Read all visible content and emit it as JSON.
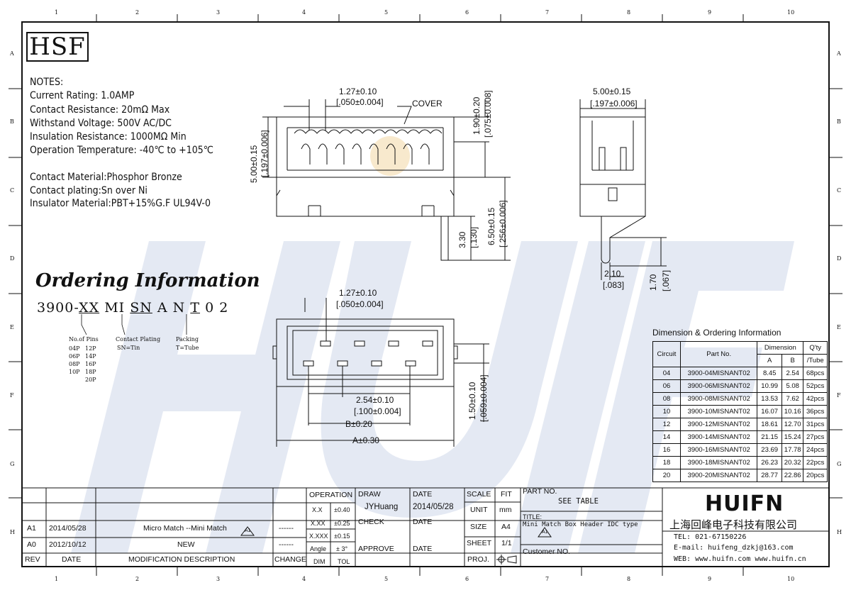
{
  "zones": {
    "cols": [
      "1",
      "2",
      "3",
      "4",
      "5",
      "6",
      "7",
      "8",
      "9",
      "10"
    ],
    "rows": [
      "A",
      "B",
      "C",
      "D",
      "E",
      "F",
      "G",
      "H"
    ]
  },
  "logo_hsf": "HSF",
  "notes": {
    "header": "NOTES:",
    "lines": [
      "Current Rating: 1.0AMP",
      "Contact Resistance: 20mΩ Max",
      "Withstand Voltage: 500V AC/DC",
      "Insulation Resistance: 1000MΩ Min",
      "Operation Temperature: -40℃ to +105℃"
    ]
  },
  "materials": [
    "Contact Material:Phosphor Bronze",
    "Contact plating:Sn over Ni",
    "Insulator Material:PBT+15%G.F UL94V-0"
  ],
  "ordering": {
    "title": "Ordering Information",
    "code_prefix": "3900-",
    "code_xx": "XX",
    "code_mi": " MI ",
    "code_sn": "SN",
    "code_an": " A N ",
    "code_t": "T",
    "code_end": " 0 2",
    "pins_title": "No.of Pins",
    "pins_col1": [
      "04P",
      "06P",
      "08P",
      "10P"
    ],
    "pins_col2": [
      "12P",
      "14P",
      "16P",
      "18P",
      "20P"
    ],
    "plating_title": "Contact Plating",
    "plating_value": "SN=Tin",
    "packing_title": "Packing",
    "packing_value": "T=Tube"
  },
  "drawing": {
    "front_pitch": "1.27±0.10",
    "front_pitch_in": "[.050±0.004]",
    "cover": "COVER",
    "front_h": "5.00±0.15",
    "front_h_in": "[.197±0.006]",
    "top_gap": "1.90±0.20",
    "top_gap_in": "[.075±0.008]",
    "body_h": "6.50±0.15",
    "body_h_in": "[.256±0.006]",
    "pin_len": "3.30",
    "pin_len_in": "[.130]",
    "side_w": "5.00±0.15",
    "side_w_in": "[.197±0.006]",
    "side_a": "2.10",
    "side_a_in": "[.083]",
    "side_b": "1.70",
    "side_b_in": "[.067]",
    "plan_pitch": "1.27±0.10",
    "plan_pitch_in": "[.050±0.004]",
    "plan_row": "2.54±0.10",
    "plan_row_in": "[.100±0.004]",
    "plan_b": "B±0.20",
    "plan_a": "A±0.30",
    "plan_h": "1.50±0.10",
    "plan_h_in": "[.059±0.004]"
  },
  "dim_table": {
    "title": "Dimension & Ordering Information",
    "h_circuit": "Circuit",
    "h_part": "Part No.",
    "h_dimension": "Dimension",
    "h_a": "A",
    "h_b": "B",
    "h_qty": "Q'ty",
    "h_tube": "/Tube",
    "rows": [
      [
        "04",
        "3900-04MISNANT02",
        "8.45",
        "2.54",
        "68pcs"
      ],
      [
        "06",
        "3900-06MISNANT02",
        "10.99",
        "5.08",
        "52pcs"
      ],
      [
        "08",
        "3900-08MISNANT02",
        "13.53",
        "7.62",
        "42pcs"
      ],
      [
        "10",
        "3900-10MISNANT02",
        "16.07",
        "10.16",
        "36pcs"
      ],
      [
        "12",
        "3900-12MISNANT02",
        "18.61",
        "12.70",
        "31pcs"
      ],
      [
        "14",
        "3900-14MISNANT02",
        "21.15",
        "15.24",
        "27pcs"
      ],
      [
        "16",
        "3900-16MISNANT02",
        "23.69",
        "17.78",
        "24pcs"
      ],
      [
        "18",
        "3900-18MISNANT02",
        "26.23",
        "20.32",
        "22pcs"
      ],
      [
        "20",
        "3900-20MISNANT02",
        "28.77",
        "22.86",
        "20pcs"
      ]
    ]
  },
  "title_block": {
    "rev_rows": [
      {
        "rev": "A1",
        "date": "2014/05/28",
        "desc": "Micro Match --Mini Match",
        "change": "------"
      },
      {
        "rev": "A0",
        "date": "2012/10/12",
        "desc": "NEW",
        "change": "------"
      }
    ],
    "h_rev": "REV",
    "h_date": "DATE",
    "h_desc": "MODIFICATION  DESCRIPTION",
    "h_change": "CHANGE",
    "operation": "OPERATION",
    "tol": [
      [
        "X.X",
        "±0.40"
      ],
      [
        "X.XX",
        "±0.25"
      ],
      [
        "X.XXX",
        "±0.15"
      ],
      [
        "Angle",
        "± 3°"
      ]
    ],
    "dim": "DIM",
    "tol_label": "TOL",
    "draw": "DRAW",
    "draw_name": "JYHuang",
    "check": "CHECK",
    "approve": "APPROVE",
    "date_label": "DATE",
    "draw_date": "2014/05/28",
    "scale": "SCALE",
    "fit": "FIT",
    "unit": "UNIT",
    "unit_val": "mm",
    "size": "SIZE",
    "size_val": "A4",
    "sheet": "SHEET",
    "sheet_val": "1/1",
    "proj": "PROJ.",
    "part_no": "PART NO.",
    "part_val": "SEE TABLE",
    "title": "TITLE:",
    "title_val": "Mini Match Box Header IDC type",
    "rev_mark": "A1",
    "customer": "Customer NO.",
    "company_logo": "HUIFN",
    "company_cn": "上海回峰电子科技有限公司",
    "tel": "TEL: 021-67150226",
    "email": "E-mail: huifeng_dzkj@163.com",
    "web": "WEB: www.huifn.com  www.huifn.cn"
  }
}
